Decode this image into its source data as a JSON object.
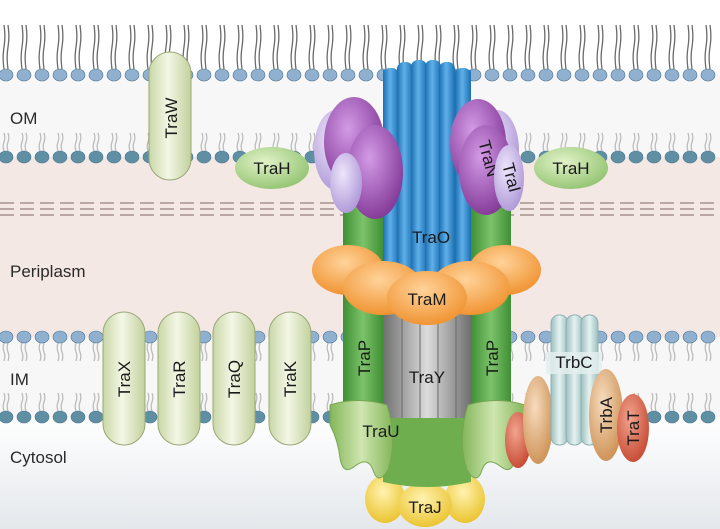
{
  "regions": {
    "om": "OM",
    "periplasm": "Periplasm",
    "im": "IM",
    "cytosol": "Cytosol"
  },
  "proteins": {
    "traW": "TraW",
    "traH_left": "TraH",
    "traH_right": "TraH",
    "traN": "TraN",
    "traI": "TraI",
    "traO": "TraO",
    "traM": "TraM",
    "traX": "TraX",
    "traR": "TraR",
    "traQ": "TraQ",
    "traK": "TraK",
    "traP_left": "TraP",
    "traP_right": "TraP",
    "traY": "TraY",
    "traU": "TraU",
    "traJ": "TraJ",
    "trbC": "TrbC",
    "trbA": "TrbA",
    "traT": "TraT"
  },
  "colors": {
    "lipid_head": "#8fb0cf",
    "lipid_head_dark": "#5f8fa2",
    "channel_blue": "#2f86cc",
    "channel_green": "#5aa64a",
    "membrane_protein": "#e9f0d6",
    "outer_purple": "#8d4ba5",
    "light_purple": "#c7b5e6",
    "tra_orange": "#f4a64a",
    "tra_gray": "#9a9a9a",
    "cyto_green": "#a6c97c",
    "traj_yellow": "#f3d44a",
    "trbc_teal": "#bcd6d6",
    "trba_tan": "#e2a874",
    "trat_red": "#d9604a"
  }
}
